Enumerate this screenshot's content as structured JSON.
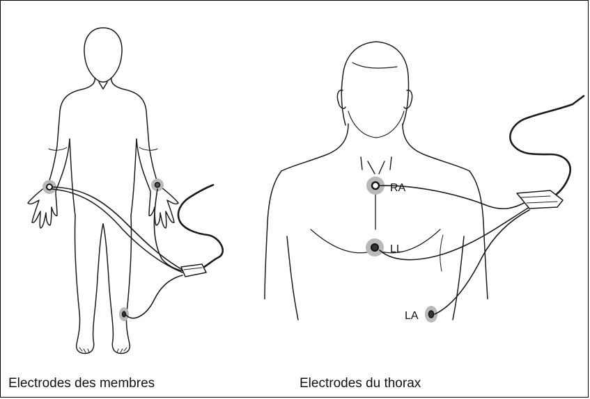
{
  "figure": {
    "limb_caption": "Electrodes des membres",
    "chest_caption": "Electrodes du thorax",
    "electrode_labels": {
      "ra": "RA",
      "ll": "LL",
      "la": "LA"
    }
  }
}
